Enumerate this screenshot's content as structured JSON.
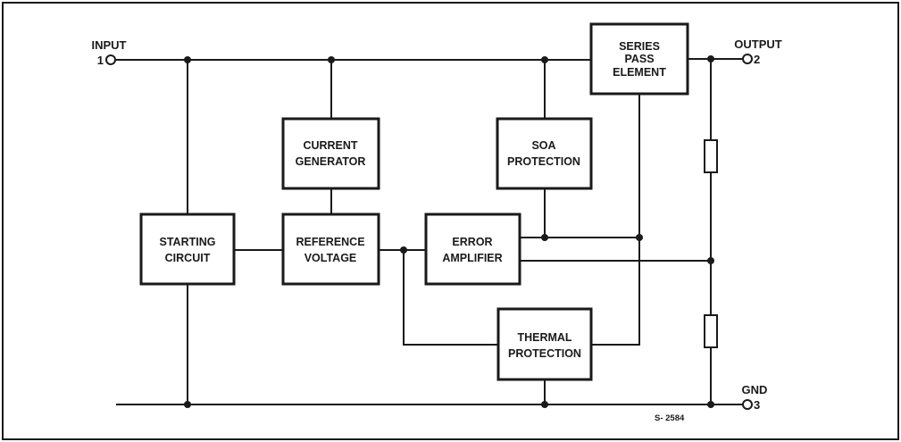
{
  "blocks": {
    "series_pass": [
      "SERIES",
      "PASS",
      "ELEMENT"
    ],
    "current_generator": [
      "CURRENT",
      "GENERATOR"
    ],
    "soa_protection": [
      "SOA",
      "PROTECTION"
    ],
    "starting_circuit": [
      "STARTING",
      "CIRCUIT"
    ],
    "reference_voltage": [
      "REFERENCE",
      "VOLTAGE"
    ],
    "error_amplifier": [
      "ERROR",
      "AMPLIFIER"
    ],
    "thermal_protection": [
      "THERMAL",
      "PROTECTION"
    ]
  },
  "pins": {
    "input": {
      "label": "INPUT",
      "number": "1"
    },
    "output": {
      "label": "OUTPUT",
      "number": "2"
    },
    "gnd": {
      "label": "GND",
      "number": "3"
    }
  },
  "figure_code": "S- 2584"
}
